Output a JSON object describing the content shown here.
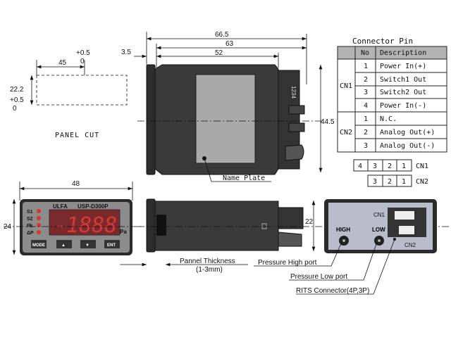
{
  "panel_cut": {
    "label": "PANEL CUT",
    "width": "45",
    "width_tol_plus": "+0.5",
    "width_tol_minus": "0",
    "height": "22.2",
    "height_tol_plus": "+0.5",
    "height_tol_minus": "0"
  },
  "top_view": {
    "dim_overall": "66.5",
    "dim_63": "63",
    "dim_52": "52",
    "dim_bezel": "3.5",
    "dim_height": "44.5",
    "name_plate_label": "Name Plate",
    "pin_marks": "1234"
  },
  "front_view": {
    "width": "48",
    "height": "24",
    "brand": "ULFA",
    "model": "USP-D300P",
    "display": "-1888",
    "unit": "Pa",
    "leds": [
      "S1",
      "S2",
      "Pk",
      "ΔP"
    ],
    "buttons": [
      "MODE",
      "▲",
      "▼",
      "ENT"
    ]
  },
  "side_view": {
    "height": "22",
    "panel_thickness": "Pannel Thickness",
    "panel_thickness_range": "(1-3mm)"
  },
  "rear_view": {
    "high": "HIGH",
    "low": "LOW",
    "cn1": "CN1",
    "cn2": "CN2",
    "pressure_high": "Pressure High port",
    "pressure_low": "Pressure Low port",
    "connector": "RITS Connector(4P,3P)"
  },
  "connector_table": {
    "title": "Connector Pin",
    "headers": [
      "",
      "No",
      "Description"
    ],
    "groups": [
      {
        "name": "CN1",
        "rows": [
          {
            "no": "1",
            "desc": "Power In(+)"
          },
          {
            "no": "2",
            "desc": "Switch1 Out"
          },
          {
            "no": "3",
            "desc": "Switch2 Out"
          },
          {
            "no": "4",
            "desc": "Power In(-)"
          }
        ]
      },
      {
        "name": "CN2",
        "rows": [
          {
            "no": "1",
            "desc": "N.C."
          },
          {
            "no": "2",
            "desc": "Analog Out(+)"
          },
          {
            "no": "3",
            "desc": "Analog Out(-)"
          }
        ]
      }
    ],
    "cn1_pins": [
      "4",
      "3",
      "2",
      "1"
    ],
    "cn1_label": "CN1",
    "cn2_pins": [
      "3",
      "2",
      "1"
    ],
    "cn2_label": "CN2"
  }
}
